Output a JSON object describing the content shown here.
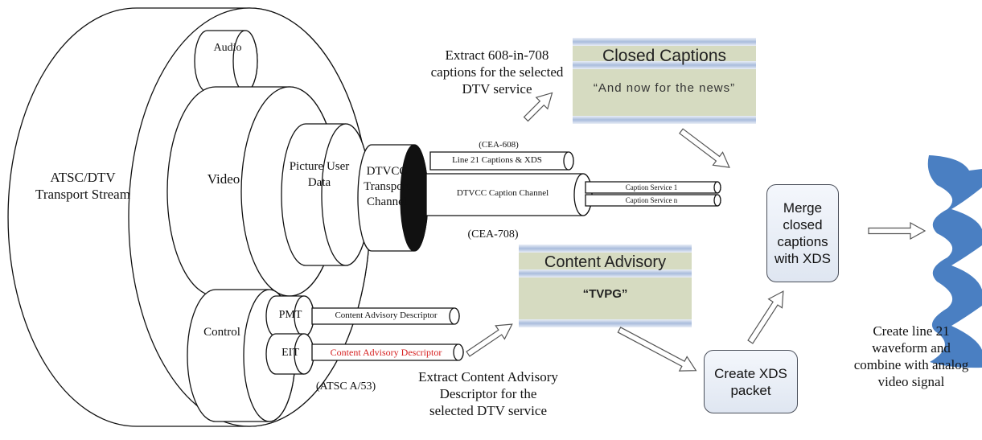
{
  "stream": {
    "title": "ATSC/DTV Transport Stream"
  },
  "audio": "Audio",
  "video": "Video",
  "control": "Control",
  "picture_user_data": "Picture User Data",
  "dtvcc_transport": "DTVCC Transport Channel",
  "line21_cable": "Line 21 Captions & XDS",
  "dtvcc_caption_channel": "DTVCC Caption Channel",
  "caption_service_1": "Caption Service 1",
  "caption_service_n": "Caption Service n",
  "cea608": "(CEA-608)",
  "cea708": "(CEA-708)",
  "pmt": "PMT",
  "eit": "EIT",
  "pmt_descriptor": "Content Advisory Descriptor",
  "eit_descriptor": "Content Advisory Descriptor",
  "atsc_a53": "(ATSC A/53)",
  "extract_608": "Extract 608-in-708 captions for the selected DTV service",
  "extract_advisory": "Extract Content Advisory Descriptor for the selected DTV service",
  "closed_captions": {
    "title": "Closed Captions",
    "text": "“And now for the news”"
  },
  "content_advisory": {
    "title": "Content Advisory",
    "text": "“TVPG”"
  },
  "merge_box": "Merge closed captions with XDS",
  "xds_box": "Create XDS packet",
  "waveform_text": "Create line 21 waveform and combine with analog video signal",
  "colors": {
    "outline": "#111111",
    "banner_green": "#d6dbc1",
    "banner_stripe": "#a9bcdc",
    "wave_blue": "#4a7fc2",
    "red_text": "#d62020"
  }
}
